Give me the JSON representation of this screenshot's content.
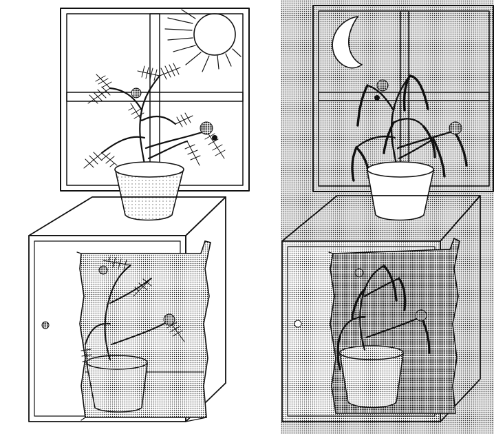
{
  "figure": {
    "panels": [
      {
        "id": "day",
        "sky_object": "sun-icon",
        "plant_in_window_state": "open-leaves",
        "plant_in_cabinet_state": "open-leaves"
      },
      {
        "id": "night",
        "sky_object": "crescent-moon-icon",
        "plant_in_window_state": "drooping-leaves",
        "plant_in_cabinet_state": "drooping-leaves"
      }
    ],
    "colors": {
      "ink": "#111111",
      "paper": "#ffffff",
      "night_shade": "#8a8a8a",
      "cabinet_shade": "#a8a8a8"
    }
  }
}
